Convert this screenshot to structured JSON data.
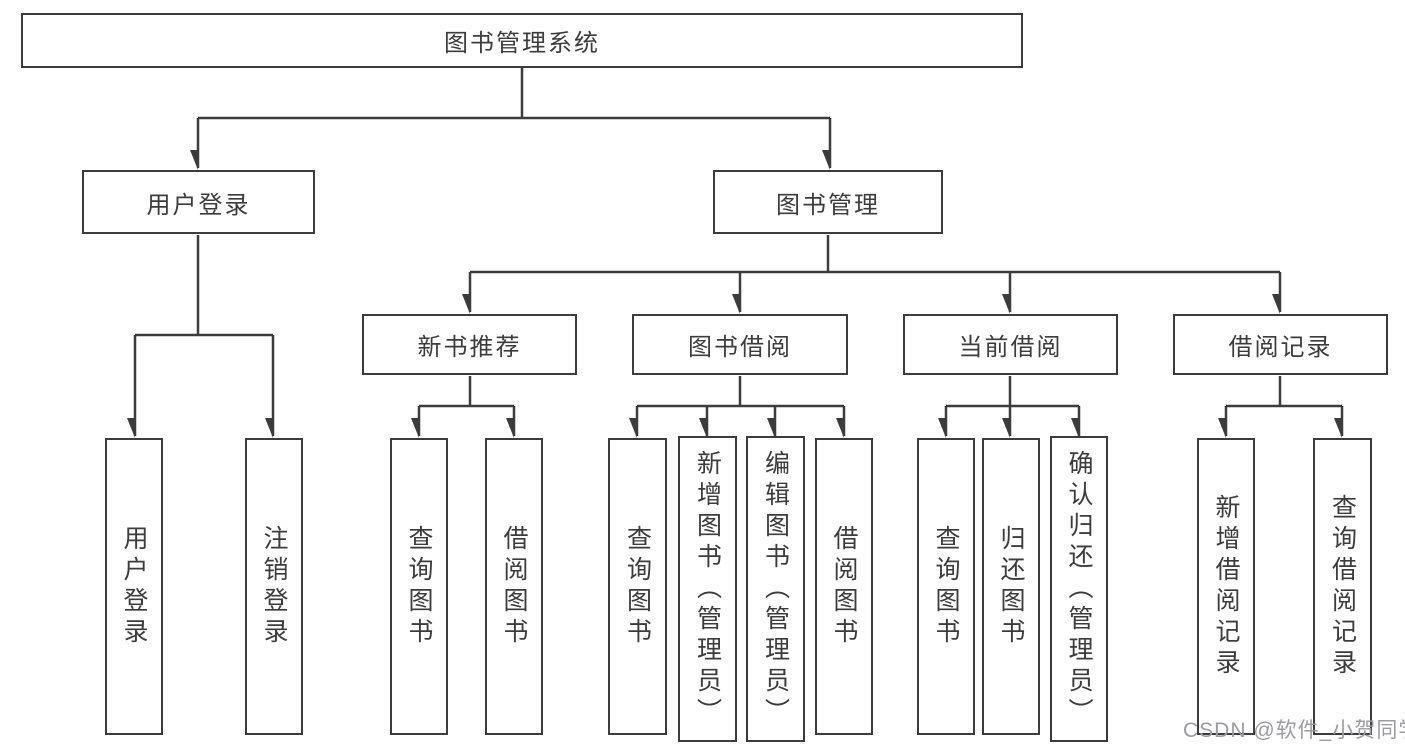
{
  "tree": {
    "root": "图书管理系统",
    "children": [
      {
        "label": "用户登录",
        "children": [
          {
            "label": "用户登录"
          },
          {
            "label": "注销登录"
          }
        ]
      },
      {
        "label": "图书管理",
        "children": [
          {
            "label": "新书推荐",
            "children": [
              {
                "label": "查询图书"
              },
              {
                "label": "借阅图书"
              }
            ]
          },
          {
            "label": "图书借阅",
            "children": [
              {
                "label": "查询图书"
              },
              {
                "label": "新增图书（管理员）"
              },
              {
                "label": "编辑图书（管理员）"
              },
              {
                "label": "借阅图书"
              }
            ]
          },
          {
            "label": "当前借阅",
            "children": [
              {
                "label": "查询图书"
              },
              {
                "label": "归还图书"
              },
              {
                "label": "确认归还（管理员）"
              }
            ]
          },
          {
            "label": "借阅记录",
            "children": [
              {
                "label": "新增借阅记录"
              },
              {
                "label": "查询借阅记录"
              }
            ]
          }
        ]
      }
    ]
  },
  "watermark": "CSDN @软件_小贺同学",
  "colors": {
    "line": "#3c3c3c",
    "text": "#3c3c3c",
    "watermark": "#9b9ba2",
    "background": "#ffffff"
  }
}
